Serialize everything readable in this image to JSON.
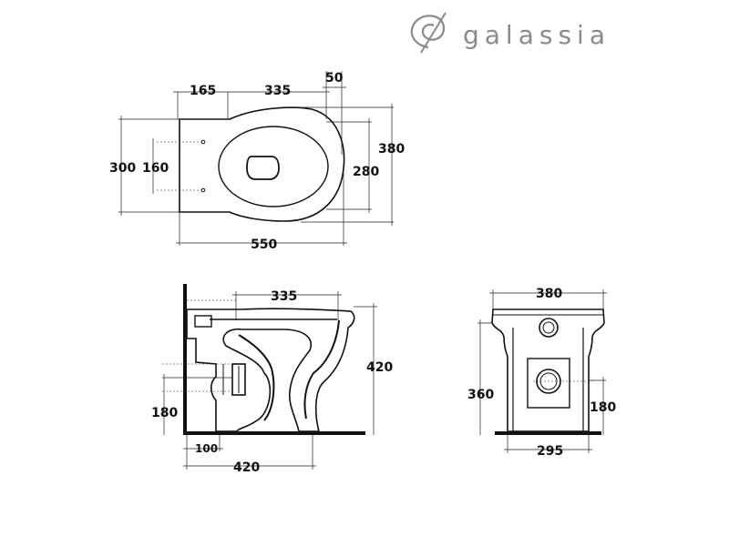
{
  "brand": {
    "name": "galassia",
    "logo_icon": "galassia-swirl-logo"
  },
  "top_view": {
    "dims": {
      "d165": "165",
      "d335": "335",
      "d50": "50",
      "d380": "380",
      "d280": "280",
      "d300": "300",
      "d160": "160",
      "d550": "550"
    }
  },
  "side_view": {
    "dims": {
      "d335": "335",
      "d420_height": "420",
      "d180": "180",
      "d100": "100",
      "d420_depth": "420"
    }
  },
  "front_view": {
    "dims": {
      "d380": "380",
      "d360": "360",
      "d180": "180",
      "d295": "295"
    }
  },
  "colors": {
    "line": "#111111",
    "brand_gray": "#8a8a8a"
  }
}
